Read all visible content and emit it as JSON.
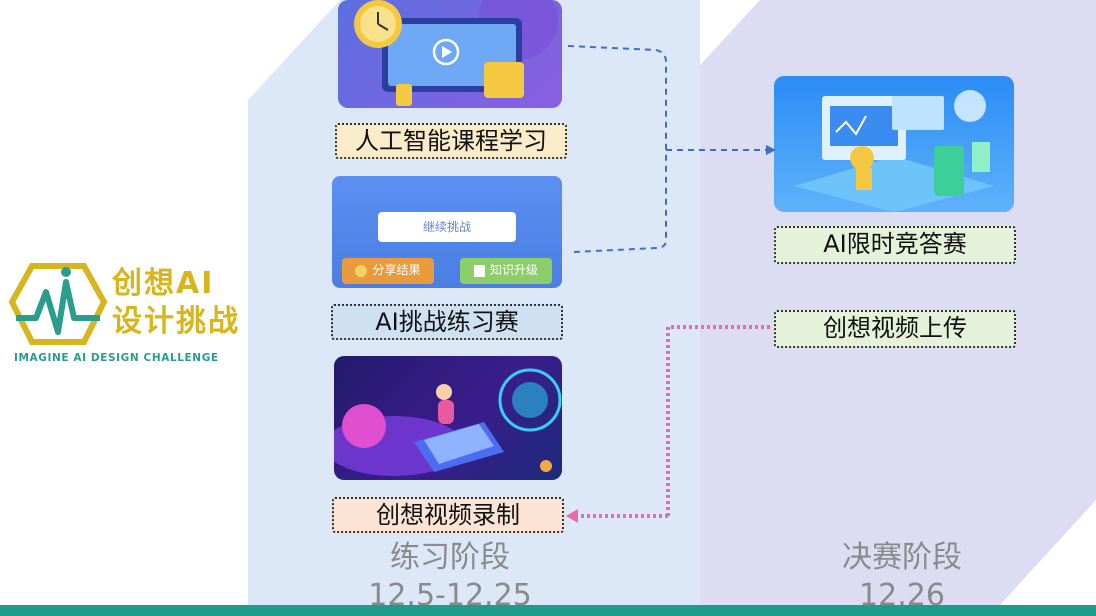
{
  "logo": {
    "title_line1": "创想AI",
    "title_line2": "设计挑战",
    "subtitle": "IMAGINE AI DESIGN CHALLENGE"
  },
  "practice_stage": {
    "name": "练习阶段",
    "dates": "12.5-12.25",
    "items": [
      {
        "label": "人工智能课程学习"
      },
      {
        "label": "AI挑战练习赛",
        "card": {
          "main_button": "继续挑战",
          "share_button": "分享结果",
          "upgrade_button": "知识升级"
        }
      },
      {
        "label": "创想视频录制"
      }
    ]
  },
  "final_stage": {
    "name": "决赛阶段",
    "date": "12.26",
    "items": [
      {
        "label": "AI限时竞答赛"
      },
      {
        "label": "创想视频上传"
      }
    ]
  },
  "colors": {
    "practice_bg": "#dce8f8",
    "final_bg": "#dcdcf2",
    "blue_arrow": "#3f6fc4",
    "pink_arrow": "#e96ab0",
    "label_course_bg": "#fbecc9",
    "label_challenge_bg": "#cfe0f3",
    "label_video_bg": "#fbe4d6",
    "label_final_bg": "#e6f1da",
    "teal_bar": "#1e9b8c",
    "logo_gold": "#d8b51c",
    "logo_teal": "#2a9d8f"
  }
}
